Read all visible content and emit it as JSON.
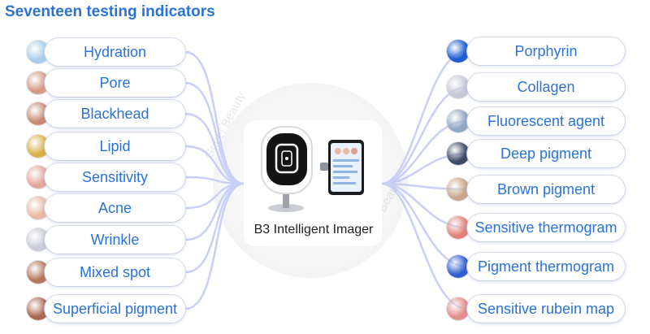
{
  "title": "Seventeen testing indicators",
  "device_label": "B3  Intelligent Imager",
  "watermark": "Gricei Beauty",
  "accent_color": "#2a73d6",
  "left_items": [
    {
      "label": "Hydration",
      "icon": "hydration-skin-icon",
      "color": "#a9cdea"
    },
    {
      "label": "Pore",
      "icon": "pore-skin-icon",
      "color": "#d59a86"
    },
    {
      "label": "Blackhead",
      "icon": "blackhead-skin-icon",
      "color": "#c88a73"
    },
    {
      "label": "Lipid",
      "icon": "lipid-skin-icon",
      "color": "#d9b14a"
    },
    {
      "label": "Sensitivity",
      "icon": "sensitivity-skin-icon",
      "color": "#e3a59a"
    },
    {
      "label": "Acne",
      "icon": "acne-skin-icon",
      "color": "#e8b9a6"
    },
    {
      "label": "Wrinkle",
      "icon": "wrinkle-skin-icon",
      "color": "#c9ccd6"
    },
    {
      "label": "Mixed spot",
      "icon": "mixed-spot-skin-icon",
      "color": "#b57559"
    },
    {
      "label": "Superficial pigment",
      "icon": "superficial-pigment-skin-icon",
      "color": "#a9684e"
    }
  ],
  "right_items": [
    {
      "label": "Porphyrin",
      "icon": "porphyrin-skin-icon",
      "color": "#1d5fd0"
    },
    {
      "label": "Collagen",
      "icon": "collagen-skin-icon",
      "color": "#c4c8d4"
    },
    {
      "label": "Fluorescent agent",
      "icon": "fluorescent-agent-skin-icon",
      "color": "#8fa7c4"
    },
    {
      "label": "Deep pigment",
      "icon": "deep-pigment-skin-icon",
      "color": "#3b4a66"
    },
    {
      "label": "Brown pigment",
      "icon": "brown-pigment-skin-icon",
      "color": "#c9a58a"
    },
    {
      "label": "Sensitive thermogram",
      "icon": "sensitive-thermogram-skin-icon",
      "color": "#e2827a"
    },
    {
      "label": "Pigment thermogram",
      "icon": "pigment-thermogram-skin-icon",
      "color": "#2f5fcf"
    },
    {
      "label": "Sensitive rubein map",
      "icon": "sensitive-rubein-map-skin-icon",
      "color": "#e38c8c"
    }
  ]
}
